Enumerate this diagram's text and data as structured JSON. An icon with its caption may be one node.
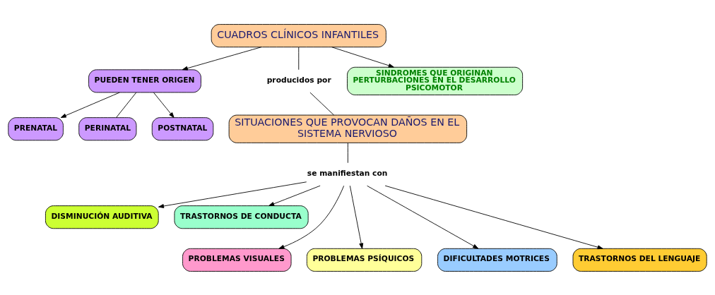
{
  "diagram": {
    "nodes": [
      {
        "text": [
          "CUADROS CLÍNICOS INFANTILES"
        ]
      },
      {
        "text": [
          "PUEDEN TENER ORIGEN"
        ]
      },
      {
        "text": [
          "PRENATAL"
        ]
      },
      {
        "text": [
          "PERINATAL"
        ]
      },
      {
        "text": [
          "POSTNATAL"
        ]
      },
      {
        "text": [
          "producidos por"
        ]
      },
      {
        "text": [
          "SINDROMES QUE ORIGINAN PERTURBACIONES EN EL DESARROLLO PSICOMOTOR"
        ]
      },
      {
        "text": [
          "SITUACIONES QUE PROVOCAN DAÑOS EN EL SISTEMA NERVIOSO"
        ]
      },
      {
        "text": [
          "se manifiestan con"
        ]
      },
      {
        "text": [
          "DISMINUCIÓN AUDITIVA"
        ]
      },
      {
        "text": [
          "TRASTORNOS DE CONDUCTA"
        ]
      },
      {
        "text": [
          "PROBLEMAS VISUALES"
        ]
      },
      {
        "text": [
          "PROBLEMAS PSÍQUICOS"
        ]
      },
      {
        "text": [
          "DIFICULTADES MOTRICES"
        ]
      },
      {
        "text": [
          "TRASTORNOS DEL LENGUAJE"
        ]
      }
    ],
    "edges": [
      {
        "from": 0,
        "to": 1,
        "arrow": "to"
      },
      {
        "from": 1,
        "to": 2,
        "arrow": "to"
      },
      {
        "from": 1,
        "to": 3,
        "arrow": "none"
      },
      {
        "from": 1,
        "to": 4,
        "arrow": "to"
      },
      {
        "from": 0,
        "to": 5,
        "arrow": "none"
      },
      {
        "from": 5,
        "to": 7,
        "arrow": "none"
      },
      {
        "from": 0,
        "to": 6,
        "arrow": "to"
      },
      {
        "from": 7,
        "to": 8,
        "arrow": "none"
      },
      {
        "from": 8,
        "to": 9,
        "arrow": "to"
      },
      {
        "from": 8,
        "to": 10,
        "arrow": "to"
      },
      {
        "from": 8,
        "to": 11,
        "arrow": "to"
      },
      {
        "from": 8,
        "to": 12,
        "arrow": "to"
      },
      {
        "from": 8,
        "to": 13,
        "arrow": "to"
      },
      {
        "from": 8,
        "to": 14,
        "arrow": "to"
      }
    ]
  }
}
